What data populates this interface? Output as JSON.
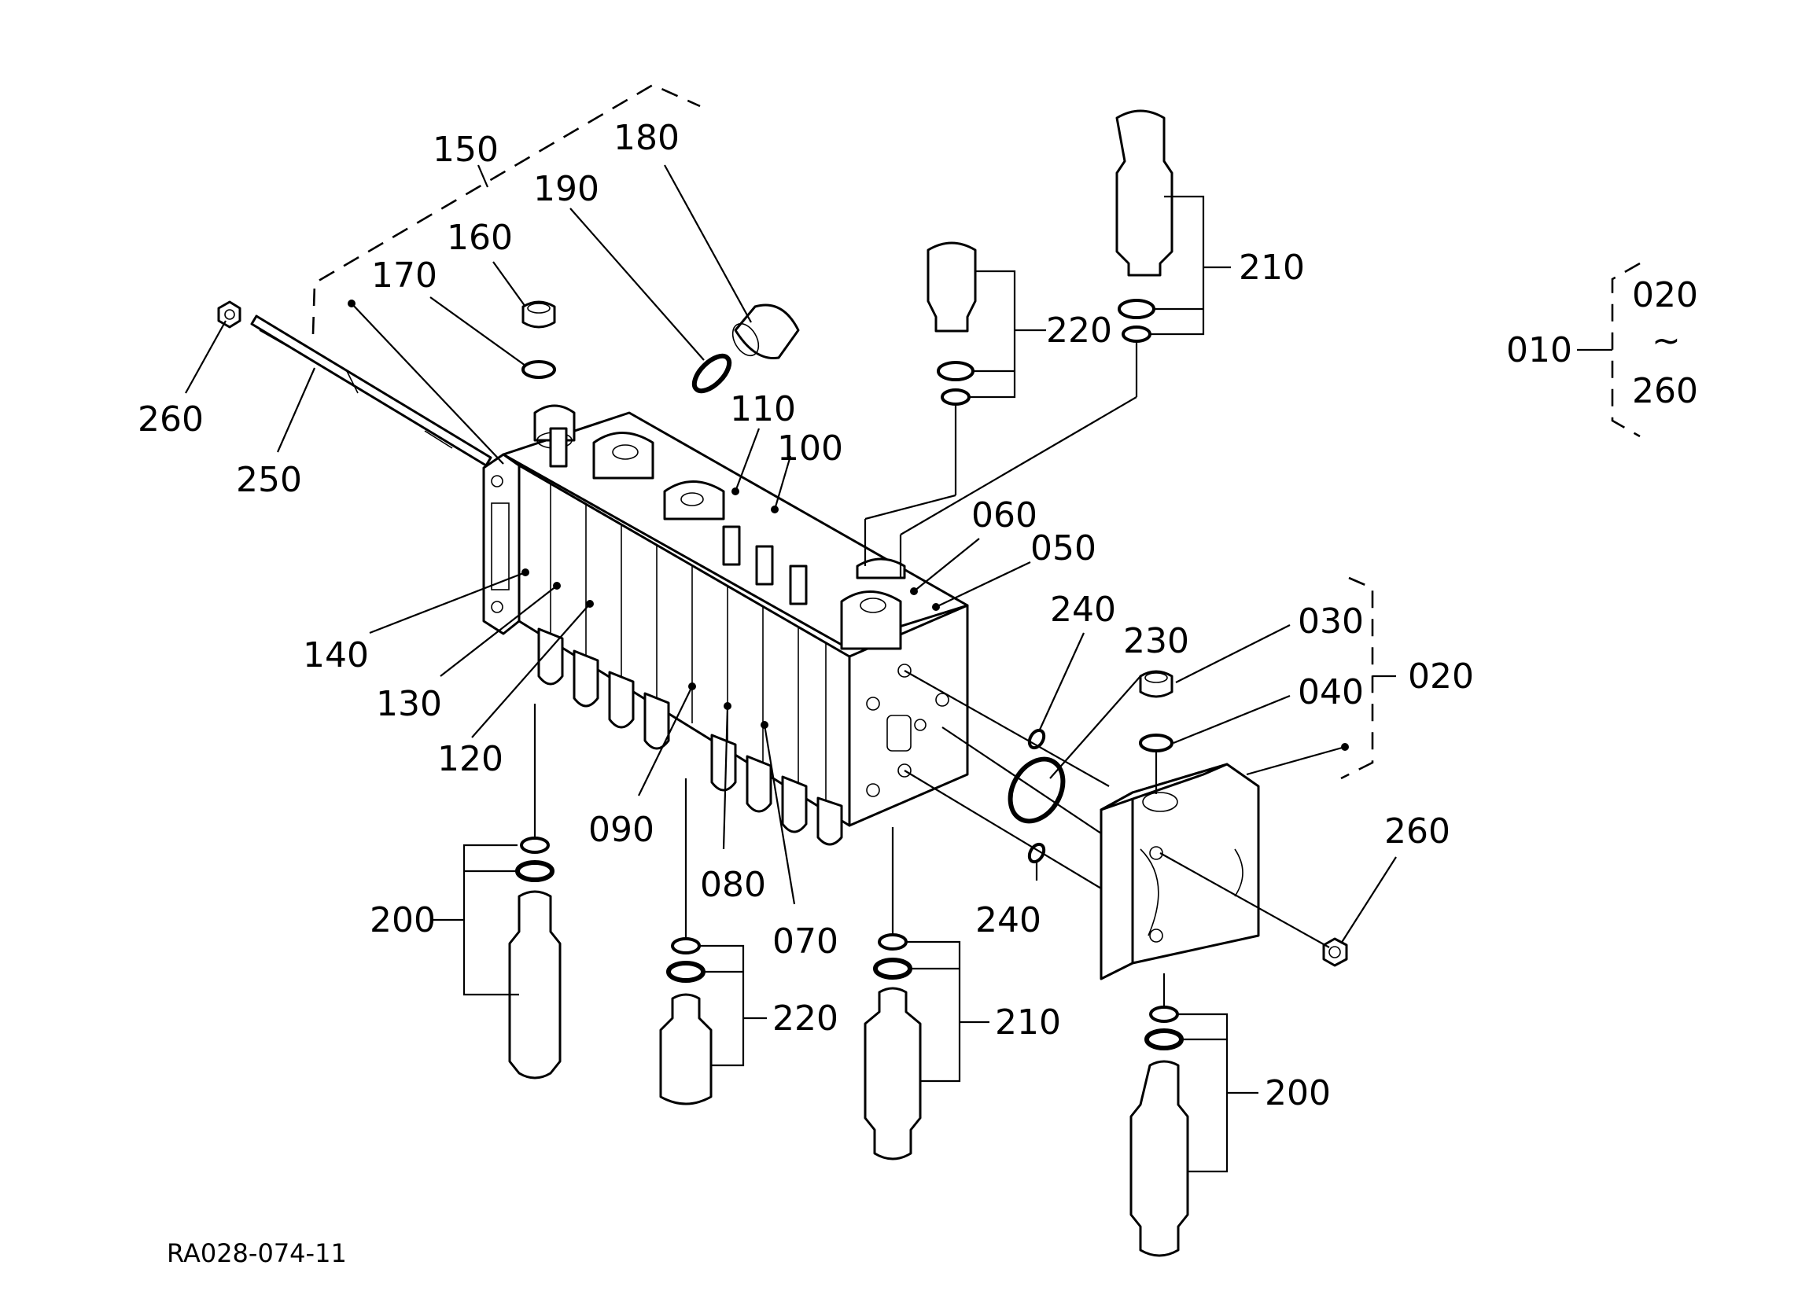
{
  "drawing_code": "RA028-074-11",
  "callouts": {
    "c010": "010",
    "c020_top": "020",
    "tilde": "~",
    "c260_top": "260",
    "c020_sub": "020",
    "c030": "030",
    "c040": "040",
    "c050": "050",
    "c060": "060",
    "c070": "070",
    "c080": "080",
    "c090": "090",
    "c100": "100",
    "c110": "110",
    "c120": "120",
    "c130": "130",
    "c140": "140",
    "c150": "150",
    "c160": "160",
    "c170": "170",
    "c180": "180",
    "c190": "190",
    "c200_left": "200",
    "c200_right": "200",
    "c210_top": "210",
    "c210_bottom": "210",
    "c220_top": "220",
    "c220_bottom": "220",
    "c230": "230",
    "c240_top": "240",
    "c240_bottom": "240",
    "c250": "250",
    "c260_left": "260",
    "c260_right": "260"
  },
  "colors": {
    "ink": "#000000",
    "paper": "#ffffff"
  }
}
